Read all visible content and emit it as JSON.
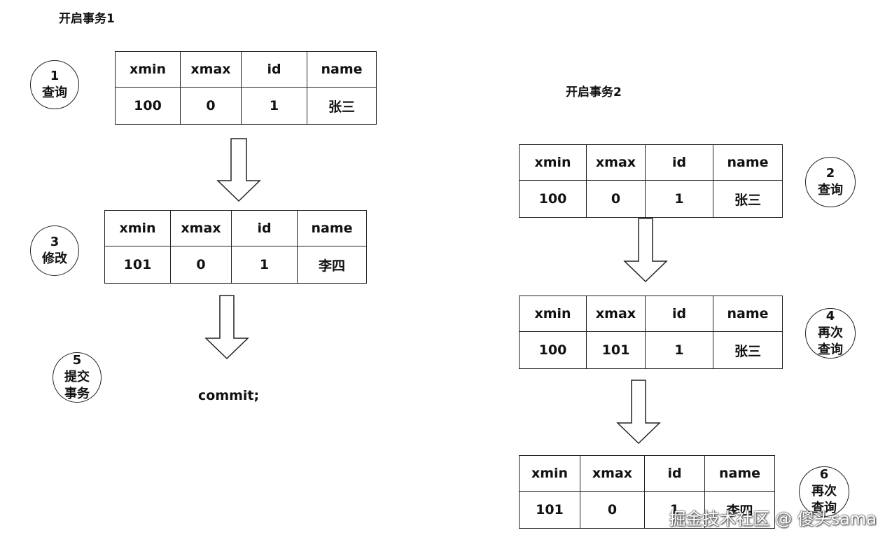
{
  "titles": {
    "txn1": "开启事务1",
    "txn2": "开启事务2"
  },
  "columns": [
    "xmin",
    "xmax",
    "id",
    "name"
  ],
  "tables": {
    "t1": [
      "100",
      "0",
      "1",
      "张三"
    ],
    "t2": [
      "101",
      "0",
      "1",
      "李四"
    ],
    "t3": [
      "100",
      "0",
      "1",
      "张三"
    ],
    "t4": [
      "100",
      "101",
      "1",
      "张三"
    ],
    "t5": [
      "101",
      "0",
      "1",
      "李四"
    ]
  },
  "steps": {
    "s1": {
      "num": "1",
      "line1": "查询"
    },
    "s2": {
      "num": "2",
      "line1": "查询"
    },
    "s3": {
      "num": "3",
      "line1": "修改"
    },
    "s4": {
      "num": "4",
      "line1": "再次",
      "line2": "查询"
    },
    "s5": {
      "num": "5",
      "line1": "提交",
      "line2": "事务"
    },
    "s6": {
      "num": "6",
      "line1": "再次",
      "line2": "查询"
    }
  },
  "commit_text": "commit;",
  "watermark": "掘金技术社区 @ 傻头sama",
  "colors": {
    "line": "#222222",
    "background": "#ffffff"
  }
}
